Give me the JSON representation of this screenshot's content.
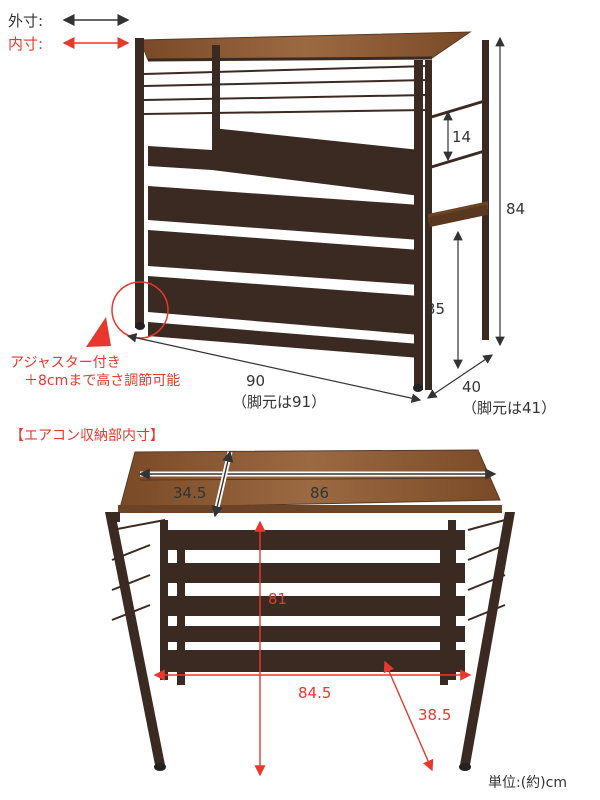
{
  "legend": {
    "outer_label": "外寸:",
    "inner_label": "内寸:"
  },
  "top_figure": {
    "dim_height_total": "84",
    "dim_gap": "14",
    "dim_lower": "35",
    "dim_width": "90",
    "dim_width_note": "（脚元は91）",
    "dim_depth": "40",
    "dim_depth_note": "（脚元は41）",
    "adjuster_line1": "アジャスター付き",
    "adjuster_line2": "＋8cmまで高さ調節可能"
  },
  "bottom_figure": {
    "section_title": "【エアコン収納部内寸】",
    "dim_top_depth": "34.5",
    "dim_top_width": "86",
    "dim_height": "81",
    "dim_bottom_width": "84.5",
    "dim_bottom_depth": "38.5"
  },
  "unit_note": "単位:(約)cm",
  "colors": {
    "frame": "#3a2a22",
    "wood": "#8a5a35",
    "accent_red": "#e8382d",
    "dim_line": "#333333"
  }
}
